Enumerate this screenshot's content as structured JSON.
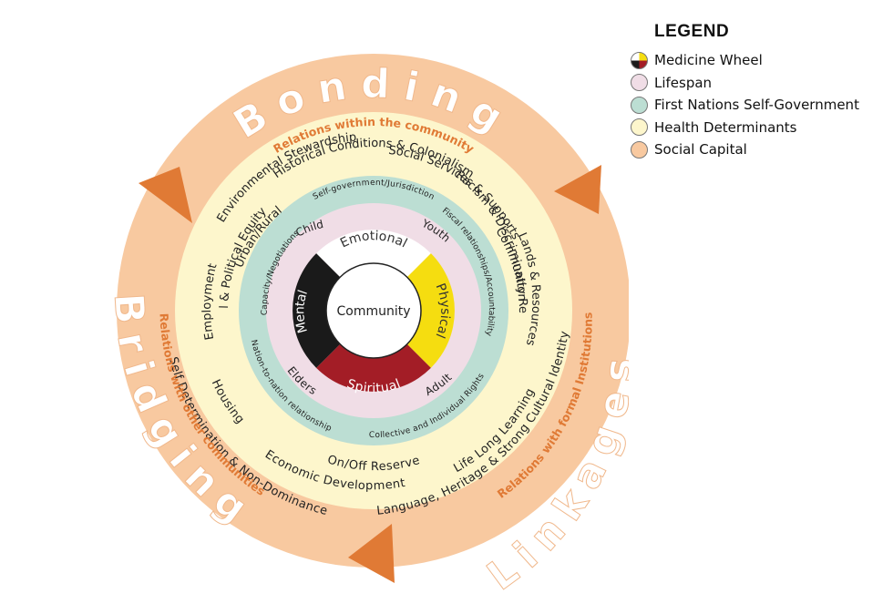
{
  "legend": {
    "title": "LEGEND",
    "items": [
      {
        "label": "Medicine Wheel",
        "color": "medicine-wheel"
      },
      {
        "label": "Lifespan",
        "color": "#f0dde6"
      },
      {
        "label": "First Nations Self-Government",
        "color": "#bcded3"
      },
      {
        "label": "Health Determinants",
        "color": "#fdf6cc"
      },
      {
        "label": "Social Capital",
        "color": "#f8c9a0"
      }
    ]
  },
  "colors": {
    "social_capital": "#f8c9a0",
    "health_determinants": "#fdf6cc",
    "self_government": "#bcded3",
    "lifespan": "#f0dde6",
    "arrow": "#e07a35",
    "accent_text": "#e07a35",
    "mental": "#1a1a1a",
    "physical": "#f5dd10",
    "spiritual": "#a31d26",
    "emotional": "#ffffff"
  },
  "center": "Community",
  "medicine_wheel": {
    "emotional": "Emotional",
    "physical": "Physical",
    "spiritual": "Spiritual",
    "mental": "Mental"
  },
  "lifespan": {
    "child": "Child",
    "youth": "Youth",
    "adult": "Adult",
    "elders": "Elders"
  },
  "self_government": {
    "jurisdiction": "Self-government/Jurisdiction",
    "fiscal": "Fiscal relationships/Accountability",
    "rights": "Collective and Individual Rights",
    "nation": "Nation-to-nation relationship",
    "capacity": "Capacity/Negotiations"
  },
  "health_determinants": {
    "inner": {
      "environmental": "Environmental Stewardship",
      "social_services": "Social Services & Supports",
      "racism": "Racism & Discrimination",
      "lands": "Lands & Resources",
      "culture": "Language, Heritage & Strong Cultural Identity",
      "lifelong": "Life Long Learning",
      "reserve": "On/Off Reserve",
      "economic": "Economic Development",
      "housing": "Housing",
      "employment": "Employment",
      "urban": "Urban/Rural"
    },
    "outer": {
      "historical": "Historical Conditions & Colonialism",
      "community_readiness": "Community Readiness",
      "self_determination": "Self Determination & Non-Dominance",
      "legal": "Legal & Political Equity"
    }
  },
  "social_capital": {
    "bonding": "Bonding",
    "bonding_sub": "Relations within the community",
    "linkages": "Linkages",
    "linkages_sub": "Relations with formal Institutions",
    "bridging": "Bridging",
    "bridging_sub": "Relations with other communities"
  }
}
